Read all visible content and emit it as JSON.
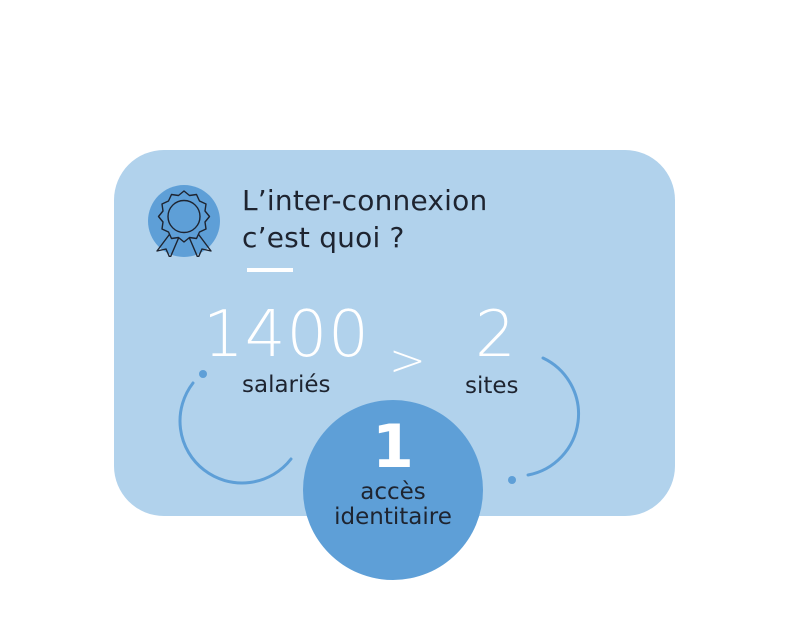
{
  "title": {
    "line1": "L’inter-connexion",
    "line2": "c’est quoi ?"
  },
  "stats": {
    "employees_value": "1400",
    "employees_label": "salariés",
    "comparison_symbol": ">",
    "sites_value": "2",
    "sites_label": "sites",
    "access_value": "1",
    "access_label_line1": "accès",
    "access_label_line2": "identitaire"
  },
  "icons": {
    "badge": "award-ribbon-icon"
  },
  "colors": {
    "card_background": "#b1d2ec",
    "accent_blue": "#5e9fd7",
    "text_dark": "#1e2430",
    "number_white": "#ffffff"
  }
}
